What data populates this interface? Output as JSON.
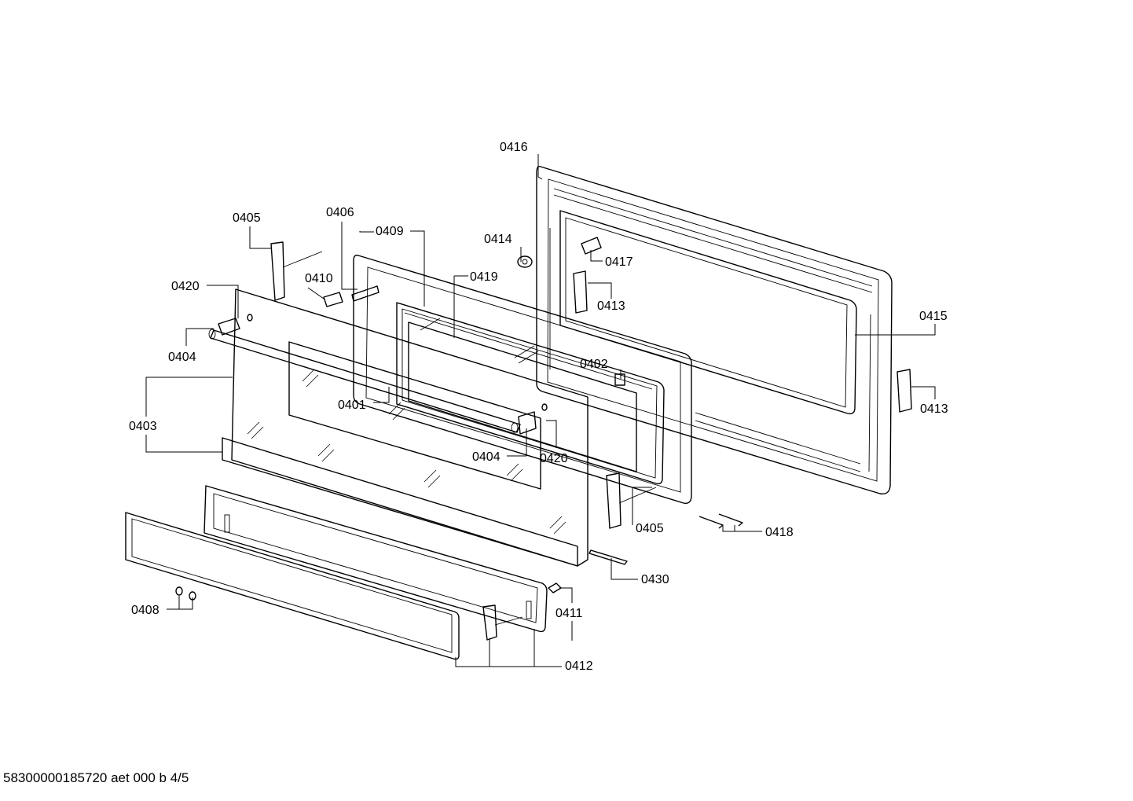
{
  "callouts": {
    "c0416": "0416",
    "c0405a": "0405",
    "c0406": "0406",
    "c0409": "0409",
    "c0414": "0414",
    "c0417": "0417",
    "c0420a": "0420",
    "c0410": "0410",
    "c0419": "0419",
    "c0413a": "0413",
    "c0415": "0415",
    "c0404a": "0404",
    "c0402": "0402",
    "c0413b": "0413",
    "c0401": "0401",
    "c0403": "0403",
    "c0404b": "0404",
    "c0420b": "0420",
    "c0405b": "0405",
    "c0418": "0418",
    "c0430": "0430",
    "c0408": "0408",
    "c0411": "0411",
    "c0412": "0412"
  },
  "footer": "58300000185720 aet 000 b 4/5"
}
